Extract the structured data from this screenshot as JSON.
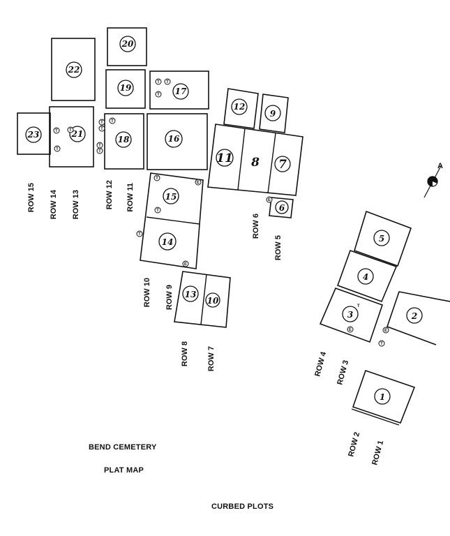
{
  "titles": {
    "line1": "BEND CEMETERY",
    "line2": "PLAT MAP",
    "subtitle": "CURBED PLOTS"
  },
  "north_arrow": {
    "label": "A",
    "icon": "north-arrow-icon"
  },
  "markers": {
    "t": "T",
    "e": "E"
  },
  "plots": [
    {
      "id": "p1",
      "number": "1"
    },
    {
      "id": "p2",
      "number": "2"
    },
    {
      "id": "p3",
      "number": "3"
    },
    {
      "id": "p4",
      "number": "4"
    },
    {
      "id": "p5",
      "number": "5"
    },
    {
      "id": "p6",
      "number": "6"
    },
    {
      "id": "p7",
      "number": "7"
    },
    {
      "id": "p8",
      "number": "8"
    },
    {
      "id": "p9",
      "number": "9"
    },
    {
      "id": "p10",
      "number": "10"
    },
    {
      "id": "p11",
      "number": "11"
    },
    {
      "id": "p12",
      "number": "12"
    },
    {
      "id": "p13",
      "number": "13"
    },
    {
      "id": "p14",
      "number": "14"
    },
    {
      "id": "p15",
      "number": "15"
    },
    {
      "id": "p16",
      "number": "16"
    },
    {
      "id": "p17",
      "number": "17"
    },
    {
      "id": "p18",
      "number": "18"
    },
    {
      "id": "p19",
      "number": "19"
    },
    {
      "id": "p20",
      "number": "20"
    },
    {
      "id": "p21",
      "number": "21"
    },
    {
      "id": "p22",
      "number": "22"
    },
    {
      "id": "p23",
      "number": "23"
    }
  ],
  "rows": [
    "ROW 1",
    "ROW 2",
    "ROW 3",
    "ROW 4",
    "ROW 5",
    "ROW 6",
    "ROW 7",
    "ROW 8",
    "ROW 9",
    "ROW 10",
    "ROW 11",
    "ROW 12",
    "ROW 13",
    "ROW 14",
    "ROW 15"
  ]
}
